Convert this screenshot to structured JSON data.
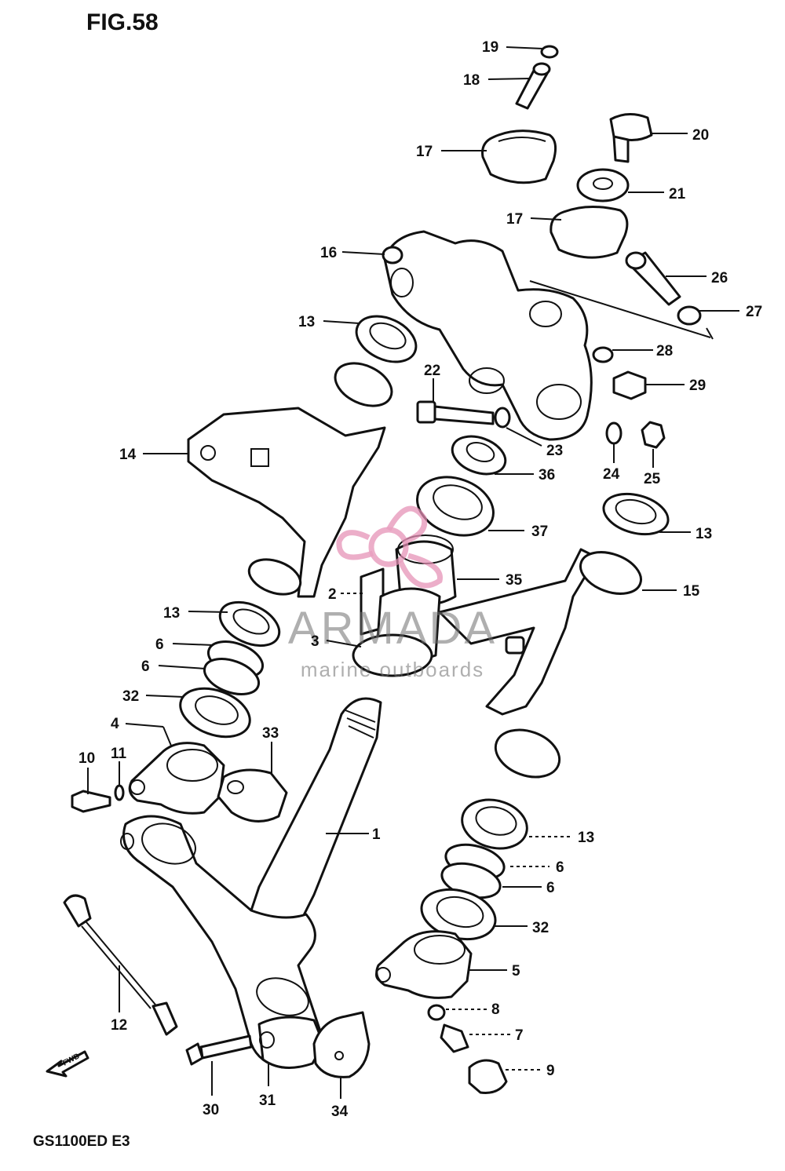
{
  "figure": {
    "title": "FIG.58",
    "model_code": "GS1100ED E3",
    "direction_marker": "FWD"
  },
  "watermark": {
    "brand": "ARMADA",
    "tagline": "marine outboards",
    "logo_color": "#e58fb5"
  },
  "callouts": [
    {
      "id": "c19",
      "num": "19"
    },
    {
      "id": "c18",
      "num": "18"
    },
    {
      "id": "c17a",
      "num": "17"
    },
    {
      "id": "c20",
      "num": "20"
    },
    {
      "id": "c21",
      "num": "21"
    },
    {
      "id": "c17b",
      "num": "17"
    },
    {
      "id": "c16",
      "num": "16"
    },
    {
      "id": "c26",
      "num": "26"
    },
    {
      "id": "c27",
      "num": "27"
    },
    {
      "id": "c13a",
      "num": "13"
    },
    {
      "id": "c28",
      "num": "28"
    },
    {
      "id": "c22",
      "num": "22"
    },
    {
      "id": "c29",
      "num": "29"
    },
    {
      "id": "c14",
      "num": "14"
    },
    {
      "id": "c23",
      "num": "23"
    },
    {
      "id": "c24",
      "num": "24"
    },
    {
      "id": "c25",
      "num": "25"
    },
    {
      "id": "c36",
      "num": "36"
    },
    {
      "id": "c37",
      "num": "37"
    },
    {
      "id": "c13b",
      "num": "13"
    },
    {
      "id": "c35",
      "num": "35"
    },
    {
      "id": "c2",
      "num": "2"
    },
    {
      "id": "c15",
      "num": "15"
    },
    {
      "id": "c13c",
      "num": "13"
    },
    {
      "id": "c3",
      "num": "3"
    },
    {
      "id": "c6a",
      "num": "6"
    },
    {
      "id": "c6b",
      "num": "6"
    },
    {
      "id": "c32a",
      "num": "32"
    },
    {
      "id": "c4",
      "num": "4"
    },
    {
      "id": "c33",
      "num": "33"
    },
    {
      "id": "c10",
      "num": "10"
    },
    {
      "id": "c11",
      "num": "11"
    },
    {
      "id": "c1",
      "num": "1"
    },
    {
      "id": "c13d",
      "num": "13"
    },
    {
      "id": "c6c",
      "num": "6"
    },
    {
      "id": "c6d",
      "num": "6"
    },
    {
      "id": "c32b",
      "num": "32"
    },
    {
      "id": "c5",
      "num": "5"
    },
    {
      "id": "c12",
      "num": "12"
    },
    {
      "id": "c8",
      "num": "8"
    },
    {
      "id": "c7",
      "num": "7"
    },
    {
      "id": "c9",
      "num": "9"
    },
    {
      "id": "c30",
      "num": "30"
    },
    {
      "id": "c31",
      "num": "31"
    },
    {
      "id": "c34",
      "num": "34"
    }
  ]
}
